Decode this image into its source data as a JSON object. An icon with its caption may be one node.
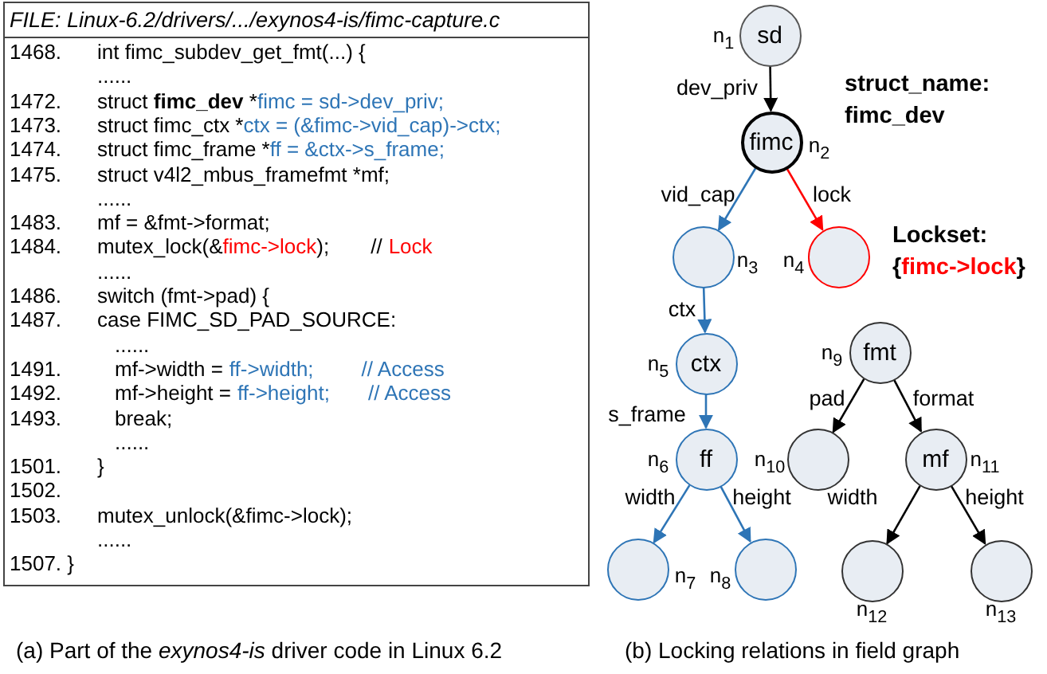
{
  "diagram": {
    "nodes": [
      {
        "text": [
          "sd"
        ],
        "beside": [
          "n$_{1}$"
        ]
      },
      {
        "text": [
          "fimc"
        ],
        "beside": [
          "n$_{2}$"
        ]
      },
      {
        "text": [],
        "shape": "circle",
        "beside": [
          "n$_{3}$"
        ]
      },
      {
        "text": [],
        "shape": "circle",
        "beside": [
          "n$_{4}$"
        ]
      },
      {
        "text": [
          "ctx"
        ],
        "beside": [
          "n$_{5}$"
        ]
      },
      {
        "text": [
          "ff"
        ],
        "beside": [
          "n$_{6}$"
        ]
      },
      {
        "text": [],
        "shape": "circle",
        "beside": [
          "n$_{7}$"
        ]
      },
      {
        "text": [],
        "shape": "circle",
        "beside": [
          "n$_{8}$"
        ]
      },
      {
        "text": [
          "fmt"
        ],
        "beside": [
          "n$_{9}$"
        ]
      },
      {
        "text": [],
        "shape": "circle",
        "beside": [
          "n$_{10}$"
        ]
      },
      {
        "text": [
          "mf"
        ],
        "beside": [
          "n$_{11}$"
        ]
      },
      {
        "text": [],
        "shape": "circle",
        "beside": [
          "n$_{12}$"
        ]
      },
      {
        "text": [],
        "shape": "circle",
        "beside": [
          "n$_{13}$"
        ]
      }
    ],
    "edges": [
      {
        "from": 0,
        "to": 1,
        "arrow": "to",
        "label": "dev_priv"
      },
      {
        "from": 1,
        "to": 2,
        "arrow": "to",
        "label": "vid_cap",
        "color": "#2e75b6"
      },
      {
        "from": 1,
        "to": 3,
        "arrow": "to",
        "label": "lock",
        "color": "#ff0000"
      },
      {
        "from": 2,
        "to": 4,
        "arrow": "to",
        "label": "ctx",
        "color": "#2e75b6"
      },
      {
        "from": 4,
        "to": 5,
        "arrow": "to",
        "label": "s_frame",
        "color": "#2e75b6"
      },
      {
        "from": 5,
        "to": 6,
        "arrow": "to",
        "label": "width",
        "color": "#2e75b6"
      },
      {
        "from": 5,
        "to": 7,
        "arrow": "to",
        "label": "height",
        "color": "#2e75b6"
      },
      {
        "from": 8,
        "to": 9,
        "arrow": "to",
        "label": "pad"
      },
      {
        "from": 8,
        "to": 10,
        "arrow": "to",
        "label": "format"
      },
      {
        "from": 10,
        "to": 11,
        "arrow": "to",
        "label": "width"
      },
      {
        "from": 10,
        "to": 12,
        "arrow": "to",
        "label": "height"
      }
    ],
    "labels": [
      "FILE: Linux-6.2/drivers/.../exynos4-is/fimc-capture.c",
      "1468.",
      "int fimc_subdev_get_fmt(...) {",
      "......",
      "1472.",
      "struct **fimc_dev** *",
      "fimc = sd->dev_priv;",
      "1473.",
      "struct fimc_ctx *",
      "ctx = (&fimc->vid_cap)->ctx;",
      "1474.",
      "struct fimc_frame *",
      "ff = &ctx->s_frame;",
      "1475.",
      "struct v4l2_mbus_framefmt *mf;",
      "......",
      "1483.",
      "mf = &fmt->format;",
      "1484.",
      "mutex_lock(&",
      "fimc->lock",
      ");",
      "//",
      "Lock",
      "......",
      "1486.",
      "switch (fmt->pad) {",
      "1487.",
      "case FIMC_SD_PAD_SOURCE:",
      "......",
      "1491.",
      "mf->width =",
      "ff->width;",
      "// Access",
      "1492.",
      "mf->height =",
      "ff->height;",
      "// Access",
      "1493.",
      "break;",
      "......",
      "1501.",
      "}",
      "1502.",
      "1503.",
      "mutex_unlock(&fimc->lock);",
      "......",
      "1507. }",
      "(a) Part of the *exynos4-is* driver code in Linux 6.2",
      "struct_name: fimc_dev",
      "Lockset:",
      "{",
      "fimc->lock",
      "}",
      "(b) Locking relations in field graph"
    ]
  }
}
